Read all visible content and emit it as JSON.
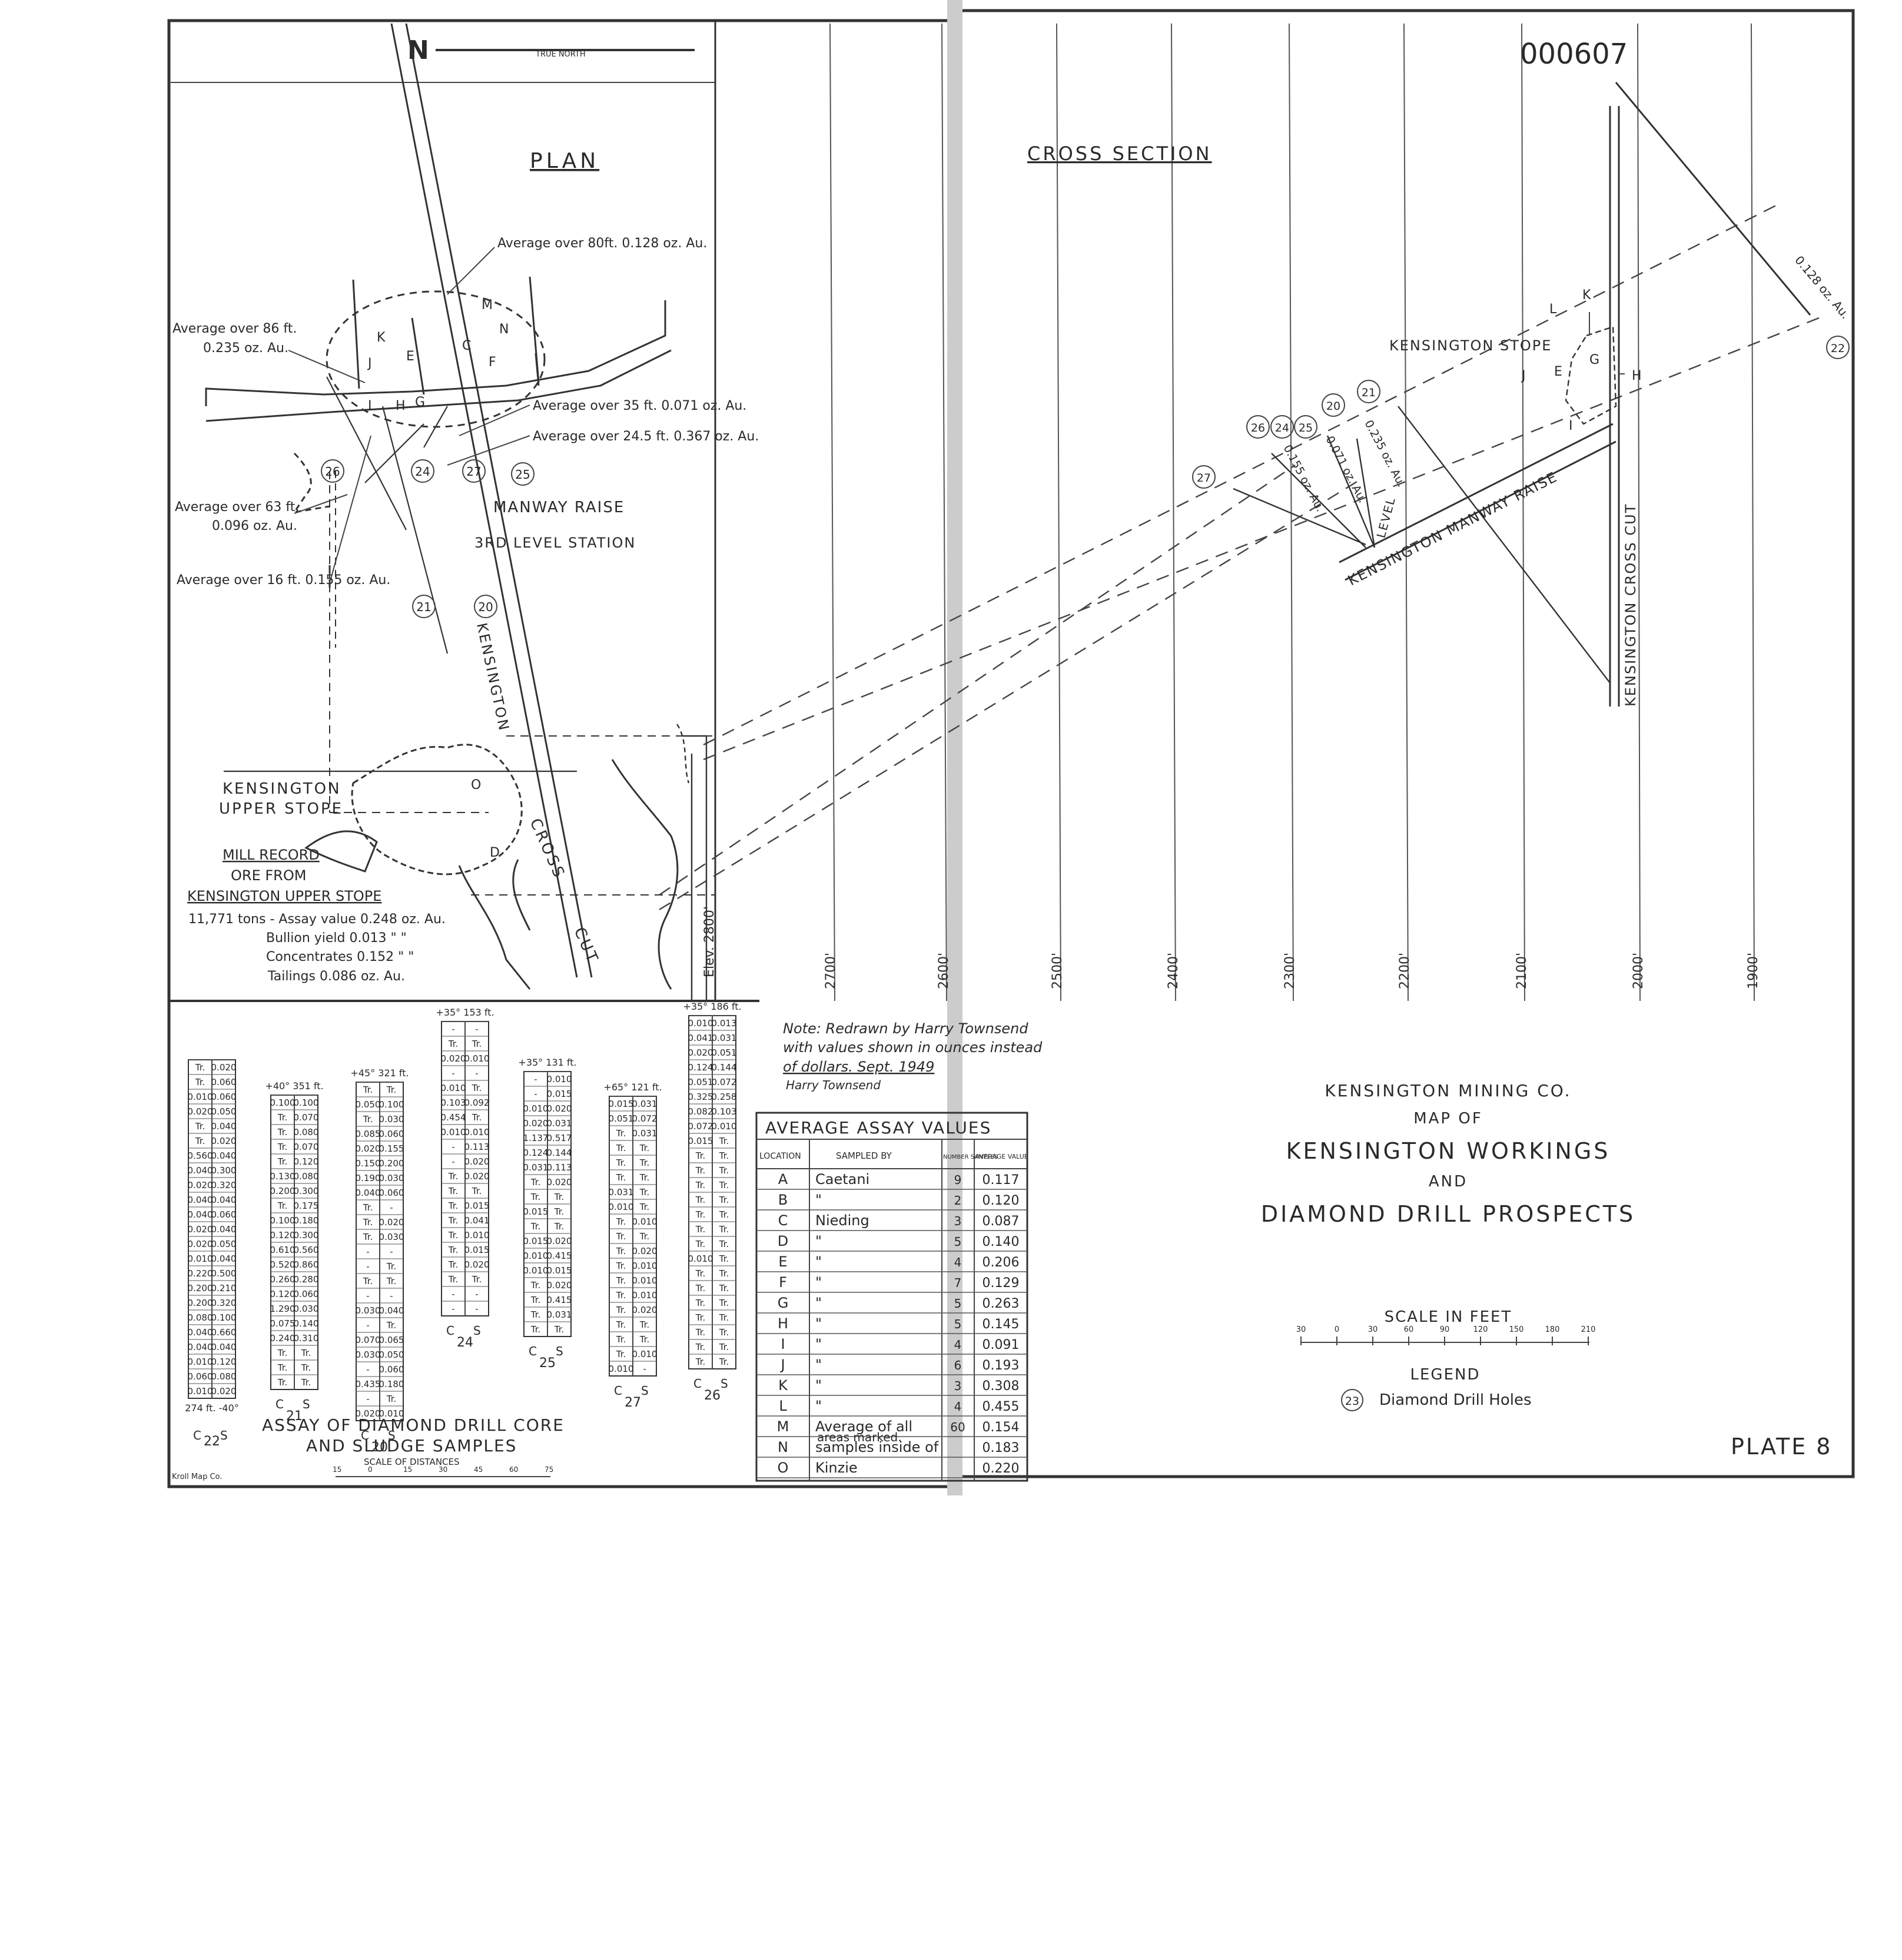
{
  "sheet": {
    "id_number": "000607",
    "true_north": "TRUE NORTH",
    "north_letter": "N",
    "plan_title": "PLAN",
    "cross_section_title": "CROSS SECTION",
    "plate": "PLATE 8",
    "draftsman": "Kroll Map Co."
  },
  "plan": {
    "annotations": [
      "Average over 80ft. 0.128 oz. Au.",
      "Average over 86 ft.",
      "0.235 oz. Au.",
      "Average over 35 ft. 0.071 oz. Au.",
      "Average over 24.5 ft. 0.367 oz. Au.",
      "Average over 63 ft.",
      "0.096 oz. Au.",
      "Average over 16 ft. 0.155 oz. Au."
    ],
    "location_letters": [
      "M",
      "K",
      "N",
      "C",
      "J",
      "E",
      "F",
      "I",
      "H",
      "G",
      "O",
      "D"
    ],
    "labels": {
      "manway_raise": "MANWAY RAISE",
      "third_level_station": "3RD LEVEL STATION",
      "kensington": "KENSINGTON",
      "cross": "CROSS",
      "cut": "CUT",
      "upper_stope_1": "KENSINGTON",
      "upper_stope_2": "UPPER STOPE"
    },
    "drill_holes": [
      "26",
      "24",
      "27",
      "25",
      "21",
      "20"
    ],
    "mill_record": {
      "title": "MILL RECORD",
      "line2": "ORE FROM",
      "line3": "KENSINGTON UPPER STOPE",
      "line4": "11,771 tons - Assay value 0.248 oz. Au.",
      "line5": "Bullion yield 0.013  \"  \"",
      "line6": "Concentrates 0.152  \"  \"",
      "line7": "Tailings      0.086 oz. Au."
    }
  },
  "cross_section": {
    "elevations": [
      "Elev. 2800'",
      "2700'",
      "2600'",
      "2500'",
      "2400'",
      "2300'",
      "2200'",
      "2100'",
      "2000'",
      "1900'"
    ],
    "kensington_stope": "KENSINGTON STOPE",
    "manway_raise": "KENSINGTON    MANWAY    RAISE",
    "cross_cut": "KENSINGTON    CROSS    CUT",
    "level": "LEVEL",
    "letters": [
      "L",
      "K",
      "G",
      "J",
      "E",
      "H",
      "I"
    ],
    "drill_holes": [
      "26",
      "24",
      "25",
      "20",
      "21",
      "27",
      "22"
    ],
    "values": [
      "0.128 oz. Au.",
      "0.235 oz. Au.",
      "0.071 oz. Au.",
      "0.155 oz. Au."
    ]
  },
  "note": {
    "line1": "Note: Redrawn by Harry Townsend",
    "line2": "with values shown in ounces instead",
    "line3": "of dollars. Sept. 1949",
    "signature": "Harry Townsend"
  },
  "assay_columns": {
    "title_1": "ASSAY OF DIAMOND DRILL CORE",
    "title_2": "AND SLUDGE SAMPLES",
    "scale_label": "SCALE OF DISTANCES",
    "scale_ticks": [
      "15",
      "0",
      "15",
      "30",
      "45",
      "60",
      "75"
    ],
    "header_c": "C",
    "header_s": "S",
    "holes": [
      {
        "id": "22",
        "top": "",
        "bottom": "274 ft. -40°",
        "rows": [
          [
            "Tr.",
            "0.020"
          ],
          [
            "Tr.",
            "0.060"
          ],
          [
            "0.010",
            "0.060"
          ],
          [
            "0.020",
            "0.050"
          ],
          [
            "Tr.",
            "0.040"
          ],
          [
            "Tr.",
            "0.020"
          ],
          [
            "0.560",
            "0.040"
          ],
          [
            "0.040",
            "0.300"
          ],
          [
            "0.020",
            "0.320"
          ],
          [
            "0.040",
            "0.040"
          ],
          [
            "0.040",
            "0.060"
          ],
          [
            "0.020",
            "0.040"
          ],
          [
            "0.020",
            "0.050"
          ],
          [
            "0.010",
            "0.040"
          ],
          [
            "0.220",
            "0.500"
          ],
          [
            "0.200",
            "0.210"
          ],
          [
            "0.200",
            "0.320"
          ],
          [
            "0.080",
            "0.100"
          ],
          [
            "0.040",
            "0.660"
          ],
          [
            "0.040",
            "0.040"
          ],
          [
            "0.010",
            "0.120"
          ],
          [
            "0.060",
            "0.080"
          ],
          [
            "0.010",
            "0.020"
          ]
        ]
      },
      {
        "id": "21",
        "top": "+40° 351 ft.",
        "bottom": "",
        "rows": [
          [
            "0.100",
            "0.100"
          ],
          [
            "Tr.",
            "0.070"
          ],
          [
            "Tr.",
            "0.080"
          ],
          [
            "Tr.",
            "0.070"
          ],
          [
            "Tr.",
            "0.120"
          ],
          [
            "0.130",
            "0.080"
          ],
          [
            "0.200",
            "0.300"
          ],
          [
            "Tr.",
            "0.175"
          ],
          [
            "0.100",
            "0.180"
          ],
          [
            "0.120",
            "0.300"
          ],
          [
            "0.610",
            "0.560"
          ],
          [
            "0.520",
            "0.860"
          ],
          [
            "0.260",
            "0.280"
          ],
          [
            "0.120",
            "0.060"
          ],
          [
            "1.290",
            "0.030"
          ],
          [
            "0.075",
            "0.140"
          ],
          [
            "0.240",
            "0.310"
          ],
          [
            "Tr.",
            "Tr."
          ],
          [
            "Tr.",
            "Tr."
          ],
          [
            "Tr.",
            "Tr."
          ]
        ]
      },
      {
        "id": "20",
        "top": "+45° 321 ft.",
        "bottom": "",
        "rows": [
          [
            "Tr.",
            "Tr."
          ],
          [
            "0.050",
            "0.100"
          ],
          [
            "Tr.",
            "0.030"
          ],
          [
            "0.085",
            "0.060"
          ],
          [
            "0.020",
            "0.155"
          ],
          [
            "0.150",
            "0.200"
          ],
          [
            "0.190",
            "0.030"
          ],
          [
            "0.040",
            "0.060"
          ],
          [
            "Tr.",
            "-"
          ],
          [
            "Tr.",
            "0.020"
          ],
          [
            "Tr.",
            "0.030"
          ],
          [
            "-",
            "-"
          ],
          [
            "-",
            "Tr."
          ],
          [
            "Tr.",
            "Tr."
          ],
          [
            "-",
            "-"
          ],
          [
            "0.030",
            "0.040"
          ],
          [
            "-",
            "Tr."
          ],
          [
            "0.070",
            "0.065"
          ],
          [
            "0.030",
            "0.050"
          ],
          [
            "-",
            "0.060"
          ],
          [
            "0.435",
            "0.180"
          ],
          [
            "-",
            "Tr."
          ],
          [
            "0.020",
            "0.010"
          ]
        ]
      },
      {
        "id": "24",
        "top": "+35° 153 ft.",
        "bottom": "",
        "rows": [
          [
            "-",
            "-"
          ],
          [
            "Tr.",
            "Tr."
          ],
          [
            "0.020",
            "0.010"
          ],
          [
            "-",
            "-"
          ],
          [
            "0.010",
            "Tr."
          ],
          [
            "0.103",
            "0.092"
          ],
          [
            "0.454",
            "Tr."
          ],
          [
            "0.010",
            "0.010"
          ],
          [
            "-",
            "0.113"
          ],
          [
            "-",
            "0.020"
          ],
          [
            "Tr.",
            "0.020"
          ],
          [
            "Tr.",
            "Tr."
          ],
          [
            "Tr.",
            "0.015"
          ],
          [
            "Tr.",
            "0.041"
          ],
          [
            "Tr.",
            "0.010"
          ],
          [
            "Tr.",
            "0.015"
          ],
          [
            "Tr.",
            "0.020"
          ],
          [
            "Tr.",
            "Tr."
          ],
          [
            "-",
            "-"
          ],
          [
            "-",
            "-"
          ]
        ]
      },
      {
        "id": "25",
        "top": "+35° 131 ft.",
        "bottom": "",
        "rows": [
          [
            "-",
            "0.010"
          ],
          [
            "-",
            "0.015"
          ],
          [
            "0.010",
            "0.020"
          ],
          [
            "0.020",
            "0.031"
          ],
          [
            "1.137",
            "0.517"
          ],
          [
            "0.124",
            "0.144"
          ],
          [
            "0.031",
            "0.113"
          ],
          [
            "Tr.",
            "0.020"
          ],
          [
            "Tr.",
            "Tr."
          ],
          [
            "0.015",
            "Tr."
          ],
          [
            "Tr.",
            "Tr."
          ],
          [
            "0.015",
            "0.020"
          ],
          [
            "0.010",
            "0.415"
          ],
          [
            "0.010",
            "0.015"
          ],
          [
            "Tr.",
            "0.020"
          ],
          [
            "Tr.",
            "0.415"
          ],
          [
            "Tr.",
            "0.031"
          ],
          [
            "Tr.",
            "Tr."
          ]
        ]
      },
      {
        "id": "27",
        "top": "+65° 121 ft.",
        "bottom": "",
        "rows": [
          [
            "0.015",
            "0.031"
          ],
          [
            "0.051",
            "0.072"
          ],
          [
            "Tr.",
            "0.031"
          ],
          [
            "Tr.",
            "Tr."
          ],
          [
            "Tr.",
            "Tr."
          ],
          [
            "Tr.",
            "Tr."
          ],
          [
            "0.031",
            "Tr."
          ],
          [
            "0.010",
            "Tr."
          ],
          [
            "Tr.",
            "0.010"
          ],
          [
            "Tr.",
            "Tr."
          ],
          [
            "Tr.",
            "0.020"
          ],
          [
            "Tr.",
            "0.010"
          ],
          [
            "Tr.",
            "0.010"
          ],
          [
            "Tr.",
            "0.010"
          ],
          [
            "Tr.",
            "0.020"
          ],
          [
            "Tr.",
            "Tr."
          ],
          [
            "Tr.",
            "Tr."
          ],
          [
            "Tr.",
            "0.010"
          ],
          [
            "0.010",
            "-"
          ]
        ]
      },
      {
        "id": "26",
        "top": "+35° 186 ft.",
        "bottom": "",
        "rows": [
          [
            "0.010",
            "0.013"
          ],
          [
            "0.041",
            "0.031"
          ],
          [
            "0.020",
            "0.051"
          ],
          [
            "0.124",
            "0.144"
          ],
          [
            "0.051",
            "0.072"
          ],
          [
            "0.325",
            "0.258"
          ],
          [
            "0.082",
            "0.103"
          ],
          [
            "0.072",
            "0.010"
          ],
          [
            "0.015",
            "Tr."
          ],
          [
            "Tr.",
            "Tr."
          ],
          [
            "Tr.",
            "Tr."
          ],
          [
            "Tr.",
            "Tr."
          ],
          [
            "Tr.",
            "Tr."
          ],
          [
            "Tr.",
            "Tr."
          ],
          [
            "Tr.",
            "Tr."
          ],
          [
            "Tr.",
            "Tr."
          ],
          [
            "0.010",
            "Tr."
          ],
          [
            "Tr.",
            "Tr."
          ],
          [
            "Tr.",
            "Tr."
          ],
          [
            "Tr.",
            "Tr."
          ],
          [
            "Tr.",
            "Tr."
          ],
          [
            "Tr.",
            "Tr."
          ],
          [
            "Tr.",
            "Tr."
          ],
          [
            "Tr.",
            "Tr."
          ]
        ]
      }
    ]
  },
  "average_assay": {
    "title": "AVERAGE ASSAY VALUES",
    "headers": [
      "LOCATION",
      "SAMPLED BY",
      "NUMBER SAMPLES",
      "AVERAGE VALUE"
    ],
    "rows": [
      [
        "A",
        "Caetani",
        "9",
        "0.117"
      ],
      [
        "B",
        "\"",
        "2",
        "0.120"
      ],
      [
        "C",
        "Nieding",
        "3",
        "0.087"
      ],
      [
        "D",
        "\"",
        "5",
        "0.140"
      ],
      [
        "E",
        "\"",
        "4",
        "0.206"
      ],
      [
        "F",
        "\"",
        "7",
        "0.129"
      ],
      [
        "G",
        "\"",
        "5",
        "0.263"
      ],
      [
        "H",
        "\"",
        "5",
        "0.145"
      ],
      [
        "I",
        "\"",
        "4",
        "0.091"
      ],
      [
        "J",
        "\"",
        "6",
        "0.193"
      ],
      [
        "K",
        "\"",
        "3",
        "0.308"
      ],
      [
        "L",
        "\"",
        "4",
        "0.455"
      ],
      [
        "M",
        "Average of all",
        "60",
        "0.154"
      ],
      [
        "N",
        "samples inside of",
        "",
        "0.183"
      ],
      [
        "O",
        "Kinzie",
        "",
        "0.220"
      ]
    ],
    "extra_line": "areas marked."
  },
  "title_block": {
    "line1": "KENSINGTON MINING CO.",
    "line2": "MAP OF",
    "line3": "KENSINGTON WORKINGS",
    "line4": "AND",
    "line5": "DIAMOND DRILL PROSPECTS",
    "scale_title": "SCALE IN FEET",
    "scale_ticks": [
      "30",
      "0",
      "30",
      "60",
      "90",
      "120",
      "150",
      "180",
      "210"
    ],
    "legend_title": "LEGEND",
    "legend_symbol": "23",
    "legend_text": "Diamond Drill Holes"
  }
}
